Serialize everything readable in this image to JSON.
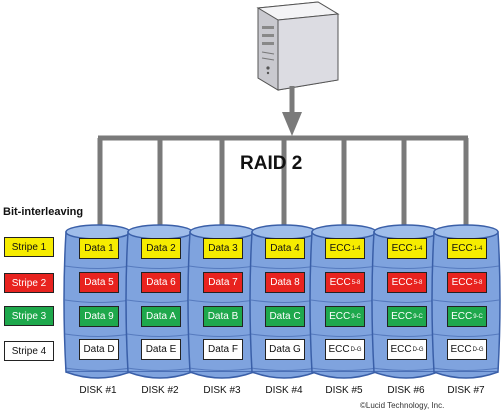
{
  "title": "RAID 2",
  "bit_interleaving_label": "Bit-interleaving",
  "copyright": "©Lucid Technology, Inc.",
  "colors": {
    "yellow": "#f6ec00",
    "red": "#e8231f",
    "green": "#1ea84c",
    "white": "#ffffff",
    "disk_blue": "#7fa3de",
    "disk_dark": "#3a5fa8",
    "bus": "#7a7a7a"
  },
  "stripes": [
    {
      "label": "Stripe 1",
      "color": "yellow"
    },
    {
      "label": "Stripe 2",
      "color": "red"
    },
    {
      "label": "Stripe 3",
      "color": "green"
    },
    {
      "label": "Stripe 4",
      "color": "white"
    }
  ],
  "disks": [
    {
      "label": "DISK #1",
      "cells": [
        {
          "text": "Data 1"
        },
        {
          "text": "Data 5"
        },
        {
          "text": "Data 9"
        },
        {
          "text": "Data D"
        }
      ]
    },
    {
      "label": "DISK #2",
      "cells": [
        {
          "text": "Data 2"
        },
        {
          "text": "Data 6"
        },
        {
          "text": "Data A"
        },
        {
          "text": "Data E"
        }
      ]
    },
    {
      "label": "DISK #3",
      "cells": [
        {
          "text": "Data 3"
        },
        {
          "text": "Data 7"
        },
        {
          "text": "Data B"
        },
        {
          "text": "Data F"
        }
      ]
    },
    {
      "label": "DISK #4",
      "cells": [
        {
          "text": "Data 4"
        },
        {
          "text": "Data 8"
        },
        {
          "text": "Data C"
        },
        {
          "text": "Data G"
        }
      ]
    },
    {
      "label": "DISK #5",
      "cells": [
        {
          "text": "ECC",
          "sub": "1-4"
        },
        {
          "text": "ECC",
          "sub": "5-8"
        },
        {
          "text": "ECC",
          "sub": "9-C"
        },
        {
          "text": "ECC",
          "sub": "D-G"
        }
      ]
    },
    {
      "label": "DISK #6",
      "cells": [
        {
          "text": "ECC",
          "sub": "1-4"
        },
        {
          "text": "ECC",
          "sub": "5-8"
        },
        {
          "text": "ECC",
          "sub": "9-C"
        },
        {
          "text": "ECC",
          "sub": "D-G"
        }
      ]
    },
    {
      "label": "DISK #7",
      "cells": [
        {
          "text": "ECC",
          "sub": "1-4"
        },
        {
          "text": "ECC",
          "sub": "5-8"
        },
        {
          "text": "ECC",
          "sub": "9-C"
        },
        {
          "text": "ECC",
          "sub": "D-G"
        }
      ]
    }
  ]
}
